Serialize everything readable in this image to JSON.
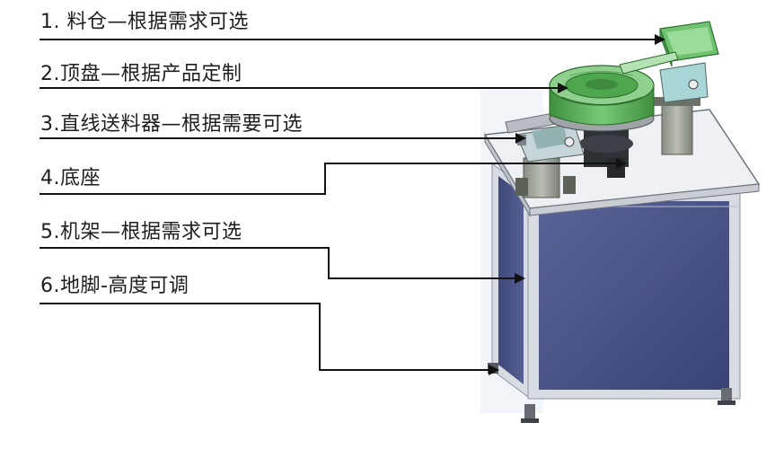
{
  "labels": [
    "1. 料仓—根据需求可选",
    "2.顶盘—根据产品定制",
    "3.直线送料器—根据需要可选",
    "4.底座",
    "5.机架—根据需求可选",
    "6.地脚-高度可调"
  ],
  "colors": {
    "frame": "#d4d8e0",
    "panel": "#4a5487",
    "bowl": "#5cb85c",
    "text": "#1e1e1e"
  }
}
